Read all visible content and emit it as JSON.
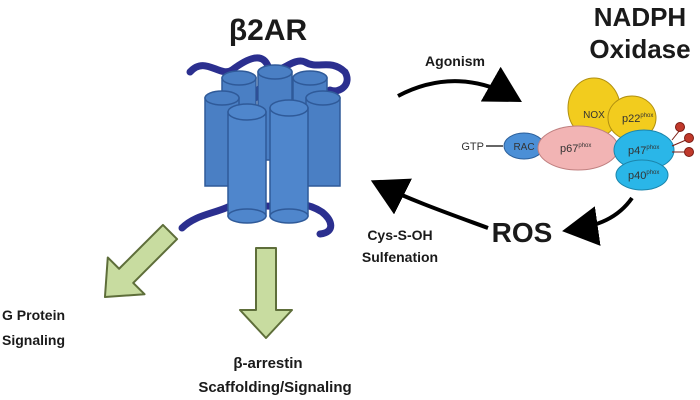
{
  "receptor": {
    "title": "β2AR"
  },
  "oxidase": {
    "title_line1": "NADPH",
    "title_line2": "Oxidase"
  },
  "arrows": {
    "agonism": "Agonism",
    "sulfenation_line1": "Cys-S-OH",
    "sulfenation_line2": "Sulfenation"
  },
  "ros": "ROS",
  "complex": {
    "gtp": "GTP",
    "rac": "RAC",
    "nox": "NOX",
    "p22": "p22",
    "p22_sup": "phox",
    "p67": "p67",
    "p67_sup": "phox",
    "p47": "p47",
    "p47_sup": "phox",
    "p40": "p40",
    "p40_sup": "phox"
  },
  "outputs": {
    "g_protein_line1": "G Protein",
    "g_protein_line2": "Signaling",
    "arrestin_line1": "β-arrestin",
    "arrestin_line2": "Scaffolding/Signaling"
  },
  "colors": {
    "helix": "#4a7fc4",
    "helix_dark": "#2f5a99",
    "loop": "#2b2f8f",
    "nox": "#f2cc1e",
    "rac": "#4b8fd6",
    "p67": "#f2b4b4",
    "p47": "#2ab6e8",
    "phospho": "#c0392b",
    "arrow_fill": "#c8dca0",
    "arrow_stroke": "#5e6e3a"
  }
}
